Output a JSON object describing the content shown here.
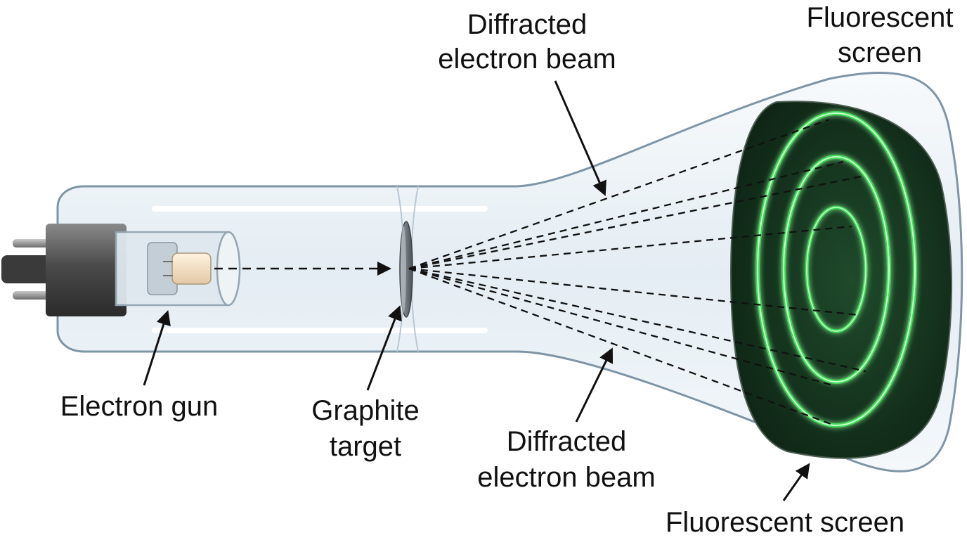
{
  "labels": {
    "electron_gun": "Electron gun",
    "graphite_target_line1": "Graphite",
    "graphite_target_line2": "target",
    "diffracted_top_line1": "Diffracted",
    "diffracted_top_line2": "electron beam",
    "diffracted_bottom_line1": "Diffracted",
    "diffracted_bottom_line2": "electron beam",
    "fluorescent_top_line1": "Fluorescent",
    "fluorescent_top_line2": "screen",
    "fluorescent_bottom": "Fluorescent screen"
  },
  "colors": {
    "glass_fill": "#eef4f8",
    "glass_edge": "#7e95a6",
    "screen_dark": "#14301c",
    "ring_glow": "#3fdc56",
    "gun_socket": "#555555",
    "gun_filament": "#f1dcc0",
    "beam": "#111111"
  },
  "icons": {
    "gun": "electron-gun-icon",
    "target": "graphite-disc-icon",
    "screen": "fluorescent-screen-icon"
  }
}
